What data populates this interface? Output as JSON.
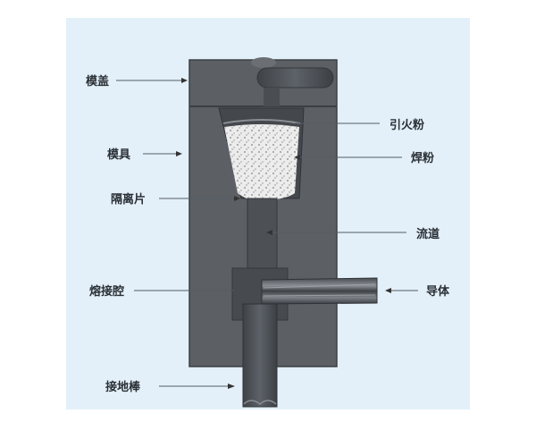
{
  "labels": {
    "mold_cover": "模盖",
    "mold": "模具",
    "separator": "隔离片",
    "welding_cavity": "熔接腔",
    "ground_rod": "接地棒",
    "ignition_powder": "引火粉",
    "welding_powder": "焊粉",
    "runner": "流道",
    "conductor": "导体"
  },
  "colors": {
    "background": "#e3f0f9",
    "mold_body": "#5a5e63",
    "metal": "#4a4e53",
    "powder": "#e6e6e6"
  }
}
